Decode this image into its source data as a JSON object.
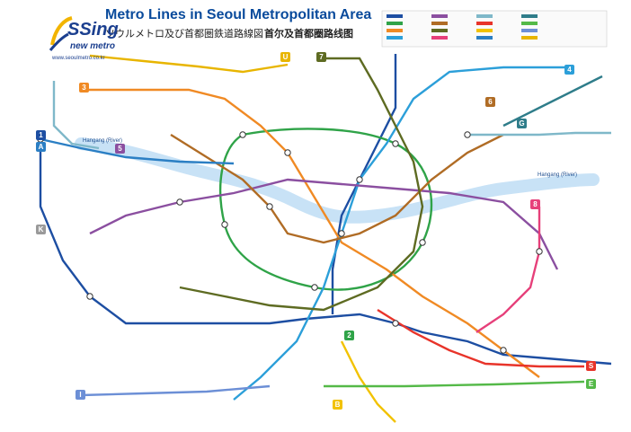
{
  "header": {
    "title": "Metro Lines in Seoul Metropolitan Area",
    "subtitle_ja": "ソウルメトロ及び首都圏鉄道路線図",
    "subtitle_zh": "首尔及首都圈路线图"
  },
  "logo": {
    "brand": "SSing",
    "tagline": "new metro",
    "url": "www.seoulmetro.co.kr"
  },
  "river": {
    "left_label": "Hangang (River)",
    "right_label": "Hangang (River)"
  },
  "line_badges": [
    {
      "label": "1",
      "color": "#1d4ea2"
    },
    {
      "label": "2",
      "color": "#2fa348"
    },
    {
      "label": "3",
      "color": "#f08a24"
    },
    {
      "label": "4",
      "color": "#2c9fd9"
    },
    {
      "label": "5",
      "color": "#8b4fa0"
    },
    {
      "label": "6",
      "color": "#b06c25"
    },
    {
      "label": "7",
      "color": "#5e6b22"
    },
    {
      "label": "8",
      "color": "#e6407a"
    },
    {
      "label": "A",
      "color": "#2b7fc4"
    },
    {
      "label": "B",
      "color": "#f2c200"
    },
    {
      "label": "E",
      "color": "#54b948"
    },
    {
      "label": "G",
      "color": "#2f7d8a"
    },
    {
      "label": "I",
      "color": "#6c8fd6"
    },
    {
      "label": "K",
      "color": "#9a9a9a"
    },
    {
      "label": "S",
      "color": "#e8342a"
    },
    {
      "label": "U",
      "color": "#e8b500"
    }
  ],
  "colors": {
    "river": "#c8e2f6",
    "title": "#0a4b9c",
    "line1": "#1d4ea2",
    "line2": "#2fa348",
    "line3": "#f08a24",
    "line4": "#2c9fd9",
    "line5": "#8b4fa0",
    "line6": "#b06c25",
    "line7": "#5e6b22",
    "line8": "#e6407a",
    "lineK": "#7fb8c9",
    "lineS": "#e8342a",
    "lineB": "#f2c200",
    "lineA": "#2b7fc4"
  }
}
